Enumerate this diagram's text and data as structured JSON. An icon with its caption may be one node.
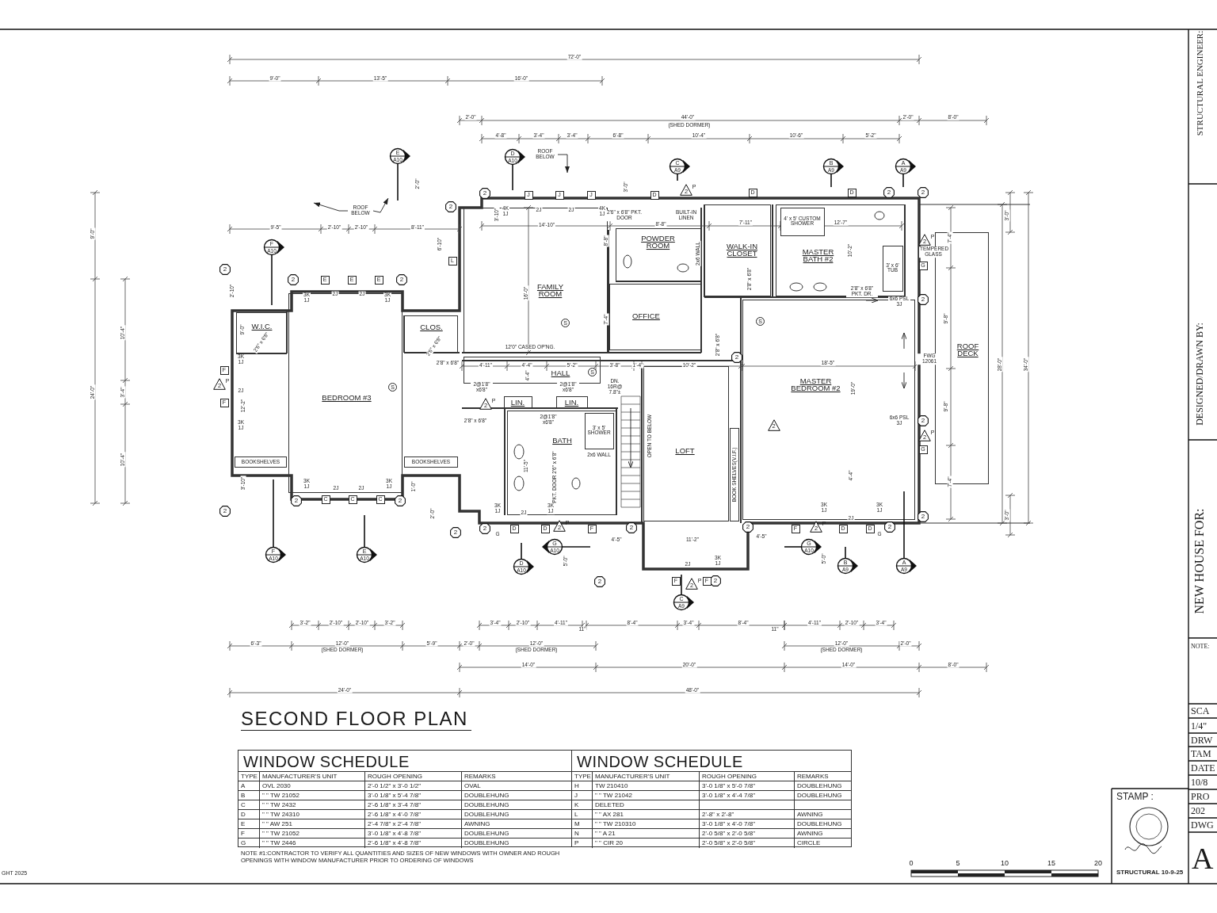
{
  "diagram": {
    "title": "SECOND FLOOR PLAN",
    "nodes": [
      {
        "text": [
          "BEDROOM #3"
        ]
      },
      {
        "text": [
          "W.I.C."
        ]
      },
      {
        "text": [
          "CLOS."
        ]
      },
      {
        "text": [
          "FAMILY ROOM"
        ]
      },
      {
        "text": [
          "POWDER ROOM"
        ]
      },
      {
        "text": [
          "OFFICE"
        ]
      },
      {
        "text": [
          "WALK-IN CLOSET"
        ]
      },
      {
        "text": [
          "MASTER BATH #2"
        ]
      },
      {
        "text": [
          "HALL"
        ]
      },
      {
        "text": [
          "LIN."
        ]
      },
      {
        "text": [
          "LIN."
        ]
      },
      {
        "text": [
          "BATH"
        ]
      },
      {
        "text": [
          "LOFT"
        ]
      },
      {
        "text": [
          "MASTER BEDROOM #2"
        ]
      },
      {
        "text": [
          "ROOF DECK"
        ]
      },
      {
        "text": [
          "ROOF BELOW"
        ]
      },
      {
        "text": [
          "ROOF BELOW"
        ]
      },
      {
        "text": [
          "E",
          "A10"
        ]
      },
      {
        "text": [
          "D",
          "A10"
        ]
      },
      {
        "text": [
          "C",
          "A9"
        ]
      },
      {
        "text": [
          "B",
          "A9"
        ]
      },
      {
        "text": [
          "A",
          "A9"
        ]
      },
      {
        "text": [
          "F",
          "A10"
        ]
      },
      {
        "text": [
          "F",
          "A10"
        ]
      },
      {
        "text": [
          "E",
          "A10"
        ]
      },
      {
        "text": [
          "G",
          "A10"
        ]
      },
      {
        "text": [
          "D",
          "A10"
        ]
      },
      {
        "text": [
          "C",
          "A9"
        ]
      },
      {
        "text": [
          "G",
          "A10"
        ]
      },
      {
        "text": [
          "B",
          "A9"
        ]
      },
      {
        "text": [
          "A",
          "A9"
        ]
      },
      {
        "text": [
          "2"
        ]
      },
      {
        "text": [
          "2"
        ]
      },
      {
        "text": [
          "2"
        ]
      },
      {
        "text": [
          "2"
        ]
      },
      {
        "text": [
          "2"
        ]
      },
      {
        "text": [
          "2"
        ]
      },
      {
        "text": [
          "2"
        ]
      },
      {
        "text": [
          "2"
        ]
      },
      {
        "text": [
          "2"
        ]
      },
      {
        "text": [
          "2"
        ]
      },
      {
        "text": [
          "2"
        ]
      },
      {
        "text": [
          "2"
        ]
      },
      {
        "text": [
          "2"
        ]
      },
      {
        "text": [
          "2"
        ]
      },
      {
        "text": [
          "2"
        ]
      },
      {
        "text": [
          "2"
        ]
      },
      {
        "text": [
          "2"
        ]
      },
      {
        "text": [
          "2"
        ]
      },
      {
        "text": [
          "2"
        ]
      },
      {
        "text": [
          "2"
        ]
      },
      {
        "text": [
          "2"
        ]
      },
      {
        "text": [
          "2",
          "P"
        ]
      },
      {
        "text": [
          "2",
          "P"
        ]
      },
      {
        "text": [
          "2",
          "P"
        ]
      },
      {
        "text": [
          "2",
          "P"
        ]
      },
      {
        "text": [
          "2"
        ],
        "in": 13
      },
      {
        "text": [
          "2",
          "P"
        ]
      },
      {
        "text": [
          "2",
          "P"
        ]
      },
      {
        "text": [
          "2",
          "P"
        ]
      },
      {
        "text": [
          "2",
          "P"
        ]
      },
      {
        "text": [
          "J"
        ]
      },
      {
        "text": [
          "J"
        ]
      },
      {
        "text": [
          "J"
        ]
      },
      {
        "text": [
          "D"
        ]
      },
      {
        "text": [
          "D"
        ]
      },
      {
        "text": [
          "D"
        ]
      },
      {
        "text": [
          "L"
        ]
      },
      {
        "text": [
          "G"
        ]
      },
      {
        "text": [
          "E"
        ]
      },
      {
        "text": [
          "E"
        ]
      },
      {
        "text": [
          "E"
        ]
      },
      {
        "text": [
          "F"
        ]
      },
      {
        "text": [
          "F"
        ]
      },
      {
        "text": [
          "G"
        ]
      },
      {
        "text": [
          "C"
        ]
      },
      {
        "text": [
          "C"
        ]
      },
      {
        "text": [
          "C"
        ]
      },
      {
        "text": [
          "D"
        ]
      },
      {
        "text": [
          "D"
        ]
      },
      {
        "text": [
          "F"
        ]
      },
      {
        "text": [
          "F"
        ]
      },
      {
        "text": [
          "D"
        ]
      },
      {
        "text": [
          "D"
        ]
      },
      {
        "text": [
          "F"
        ]
      },
      {
        "text": [
          "F"
        ]
      },
      {
        "text": [
          "S"
        ],
        "in": 13
      },
      {
        "text": [
          "S"
        ],
        "in": 3
      },
      {
        "text": [
          "S"
        ],
        "in": 8
      },
      {
        "text": [
          "S"
        ],
        "in": 0
      },
      {
        "text": [
          "BOOKSHELVES"
        ]
      },
      {
        "text": [
          "BOOKSHELVES"
        ]
      },
      {
        "text": [
          "BOOK SHELVES(V.I.F.)"
        ]
      },
      {
        "text": [
          "4' x 5' CUSTOM SHOWER"
        ],
        "in": 7
      },
      {
        "text": [
          "3' x 6' TUB"
        ],
        "in": 7
      },
      {
        "text": [
          "3' x 5' SHOWER"
        ],
        "in": 11
      }
    ],
    "edges": [
      {
        "from": 15,
        "to": null,
        "arrow": "to"
      },
      {
        "from": 16,
        "to": null,
        "arrow": "to"
      },
      {
        "from": 16,
        "to": null,
        "arrow": "to"
      }
    ],
    "labels": [
      "72'-0\"",
      "9'-0\"",
      "13'-5\"",
      "16'-0\"",
      "2'-0\"",
      "44'-0\"",
      "2'-0\"",
      "8'-0\"",
      "(SHED DORMER)",
      "4'-8\"",
      "3'-4\"",
      "3'-4\"",
      "6'-8\"",
      "10'-4\"",
      "10'-6\"",
      "5'-2\"",
      "2'-0\"",
      "3'-0\"",
      "3'-10\"",
      "4K 1J",
      "2J",
      "2J",
      "4K 1J",
      "2'6\" x 6'8\" PKT. DOOR",
      "BUILT-IN LINEN",
      "3'-0\"",
      "9'-5\"",
      "2'-10\"",
      "2'-10\"",
      "8'-11\"",
      "14'-10\"",
      "8'-8\"",
      "7'-11\"",
      "12'-7\"",
      "9'-0\"",
      "6'-10\"",
      "8'-8\"",
      "7'-4\"",
      "2x6 WALL",
      "10'-2\"",
      "TEMPERED GLASS",
      "2'8\" x 6'8\"",
      "2'-10\"",
      "3K 1J",
      "2J",
      "2J",
      "3K 1J",
      "16'-0\"",
      "2'8\" x 6'8\" PKT. DR.",
      "6x6 PSL 3J",
      "7'-4\"",
      "9'-8\"",
      "10'-4\"",
      "9'-0\"",
      "2'6\" x 6'8\"",
      "2'6\" x 6'8\"",
      "12'0\" CASED OP'NG.",
      "2'8\" x 6'8\"",
      "3K 1J",
      "2'8\" x 6'8\"",
      "4'-11\"",
      "4'-4\"",
      "5'-2\"",
      "3'-8\"",
      "1'-4\"",
      "10'-2\"",
      "18'-5\"",
      "FWG 12061",
      "28'-0\"",
      "34'-0\"",
      "4'-4\"",
      "24'-0\"",
      "3'-4\"",
      "2J",
      "2@1'8\" x6'8\"",
      "2@1'8\" x6'8\"",
      "DN. 16R@ 7.8\"±",
      "19'-0\"",
      "12'-2\"",
      "9'-8\"",
      "3K 1J",
      "2'8\" x 6'8\"",
      "2@1'8\" x6'8\"",
      "6x6 PSL 3J",
      "OPEN TO BELOW",
      "2x6 WALL",
      "10'-4\"",
      "11'-5\"",
      "3'-10\"",
      "3K 1J",
      "2J",
      "2J",
      "3K 1J",
      "1'-0\"",
      "PKT. DOOR 2'6\" x 6'8\"",
      "4'-4\"",
      "7'-4\"",
      "2'-0\"",
      "3K 1J",
      "2J",
      "3K 1J",
      "3K 1J",
      "2J",
      "3K 1J",
      "3'-0\"",
      "G",
      "G",
      "4'-5\"",
      "11'-2\"",
      "4'-5\"",
      "5'-0\"",
      "2J",
      "3K 1J",
      "5'-0\"",
      "3'-2\"",
      "2'-10\"",
      "2'-10\"",
      "3'-2\"",
      "3'-4\"",
      "2'-10\"",
      "4'-11\"",
      "11\"",
      "8'-4\"",
      "3'-4\"",
      "8'-4\"",
      "11\"",
      "4'-11\"",
      "2'-10\"",
      "3'-4\"",
      "6'-3\"",
      "12'-0\"",
      "5'-9\"",
      "2'-0\"",
      "12'-0\"",
      "12'-0\"",
      "2'-0\"",
      "(SHED DORMER)",
      "(SHED DORMER)",
      "(SHED DORMER)",
      "14'-0\"",
      "20'-0\"",
      "14'-0\"",
      "8'-0\"",
      "24'-0\"",
      "48'-0\"",
      "WINDOW SCHEDULE",
      "TYPE",
      "MANUFACTURER'S UNIT",
      "ROUGH OPENING",
      "REMARKS",
      "A",
      "OVL 2030",
      "2'-0 1/2\" x 3'-0 1/2\"",
      "OVAL",
      "B",
      "\" \" TW 21052",
      "3'-0 1/8\" x 5'-4 7/8\"",
      "DOUBLEHUNG",
      "C",
      "\" \" TW 2432",
      "2'-6 1/8\" x 3'-4 7/8\"",
      "DOUBLEHUNG",
      "D",
      "\" \" TW 24310",
      "2'-6 1/8\" x 4'-0 7/8\"",
      "DOUBLEHUNG",
      "E",
      "\" \" AW 251",
      "2'-4 7/8\" x 2'-4 7/8\"",
      "AWNING",
      "F",
      "\" \" TW 21052",
      "3'-0 1/8\" x 4'-8 7/8\"",
      "DOUBLEHUNG",
      "G",
      "\" \" TW 2446",
      "2'-6 1/8\" x 4'-8 7/8\"",
      "DOUBLEHUNG",
      "WINDOW SCHEDULE",
      "TYPE",
      "MANUFACTURER'S UNIT",
      "ROUGH OPENING",
      "REMARKS",
      "H",
      "TW 210410",
      "3'-0 1/8\" x 5'-0 7/8\"",
      "DOUBLEHUNG",
      "J",
      "\" \" TW 21042",
      "3'-0 1/8\" x 4'-4 7/8\"",
      "DOUBLEHUNG",
      "K",
      "DELETED",
      "L",
      "\" \" AX 281",
      "2'-8\" x 2'-8\"",
      "AWNING",
      "M",
      "\" \" TW 210310",
      "3'-0 1/8\" x 4'-0 7/8\"",
      "DOUBLEHUNG",
      "N",
      "\" \" A 21",
      "2'-0 5/8\" x 2'-0 5/8\"",
      "AWNING",
      "P",
      "\" \" CIR 20",
      "2'-0 5/8\" x 2'-0 5/8\"",
      "CIRCLE",
      "NOTE #1:CONTRACTOR TO VERIFY ALL QUANTITIES AND SIZES OF NEW WINDOWS WITH OWNER AND ROUGH OPENINGS WITH WINDOW MANUFACTURER PRIOR TO ORDERING OF WINDOWS",
      "STRUCTURAL ENGINEER:",
      "DESIGNED/DRAWN BY:",
      "NEW HOUSE FOR:",
      "NOTE:",
      "SCA",
      "1/4\"",
      "DRW",
      "TAM",
      "DATE",
      "10/8",
      "PRO",
      "202",
      "DWG",
      "A",
      "STAMP :",
      "STRUCTURAL 10-9-25",
      "0",
      "5",
      "10",
      "15",
      "20",
      "GHT 2025"
    ]
  }
}
